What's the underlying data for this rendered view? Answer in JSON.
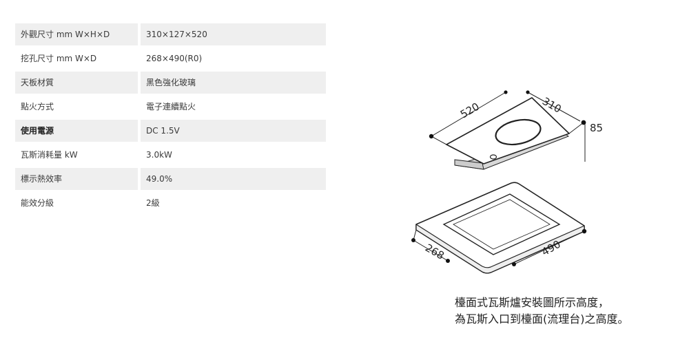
{
  "specs": [
    {
      "label": "外觀尺寸 mm W×H×D",
      "value": "310×127×520"
    },
    {
      "label": "挖孔尺寸 mm W×D",
      "value": "268×490(R0)"
    },
    {
      "label": "天板材質",
      "value": "黑色強化玻璃"
    },
    {
      "label": "點火方式",
      "value": "電子連續點火"
    },
    {
      "label": "使用電源",
      "value": "DC 1.5V"
    },
    {
      "label": "瓦斯消耗量 kW",
      "value": "3.0kW"
    },
    {
      "label": "標示熱效率",
      "value": "49.0%"
    },
    {
      "label": "能效分級",
      "value": "2級"
    }
  ],
  "diagram": {
    "depth": "520",
    "width": "310",
    "height": "85",
    "cutout_width": "268",
    "cutout_depth": "490"
  },
  "caption": {
    "line1": "檯面式瓦斯爐安裝圖所示高度，",
    "line2": "為瓦斯入口到檯面(流理台)之高度。"
  }
}
